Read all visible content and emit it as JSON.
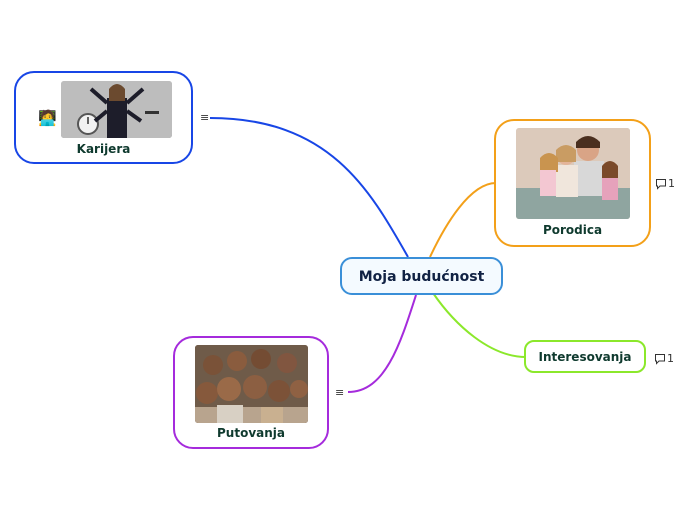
{
  "map": {
    "central": {
      "label": "Moja budućnost"
    },
    "topics": [
      {
        "label": "Karijera",
        "color": "#1846e6",
        "has_notes": true
      },
      {
        "label": "Porodica",
        "color": "#f3a019",
        "comment_count": "1"
      },
      {
        "label": "Interesovanja",
        "color": "#8be82b",
        "comment_count": "1"
      },
      {
        "label": "Putovanja",
        "color": "#a52bdc",
        "has_notes": true
      }
    ]
  },
  "icons": {
    "notes": "≡",
    "karijera_emoji": "🧑‍💻"
  }
}
